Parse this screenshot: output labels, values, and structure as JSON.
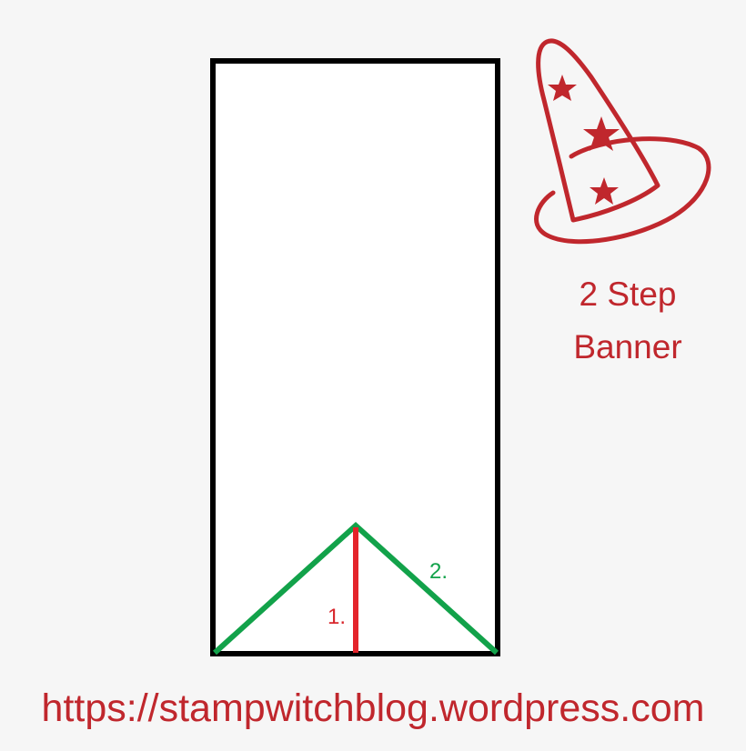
{
  "title": {
    "line1": "2 Step",
    "line2": "Banner"
  },
  "steps": [
    {
      "label": "1.",
      "color": "#e4242b",
      "description": "center fold line"
    },
    {
      "label": "2.",
      "color": "#12a24a",
      "description": "diagonal fold lines"
    }
  ],
  "url": "https://stampwitchblog.wordpress.com",
  "colors": {
    "accent": "#c0272d",
    "background": "#f6f6f6",
    "outline": "#000000"
  },
  "icons": {
    "hat": "wizard-hat-with-stars-icon"
  }
}
